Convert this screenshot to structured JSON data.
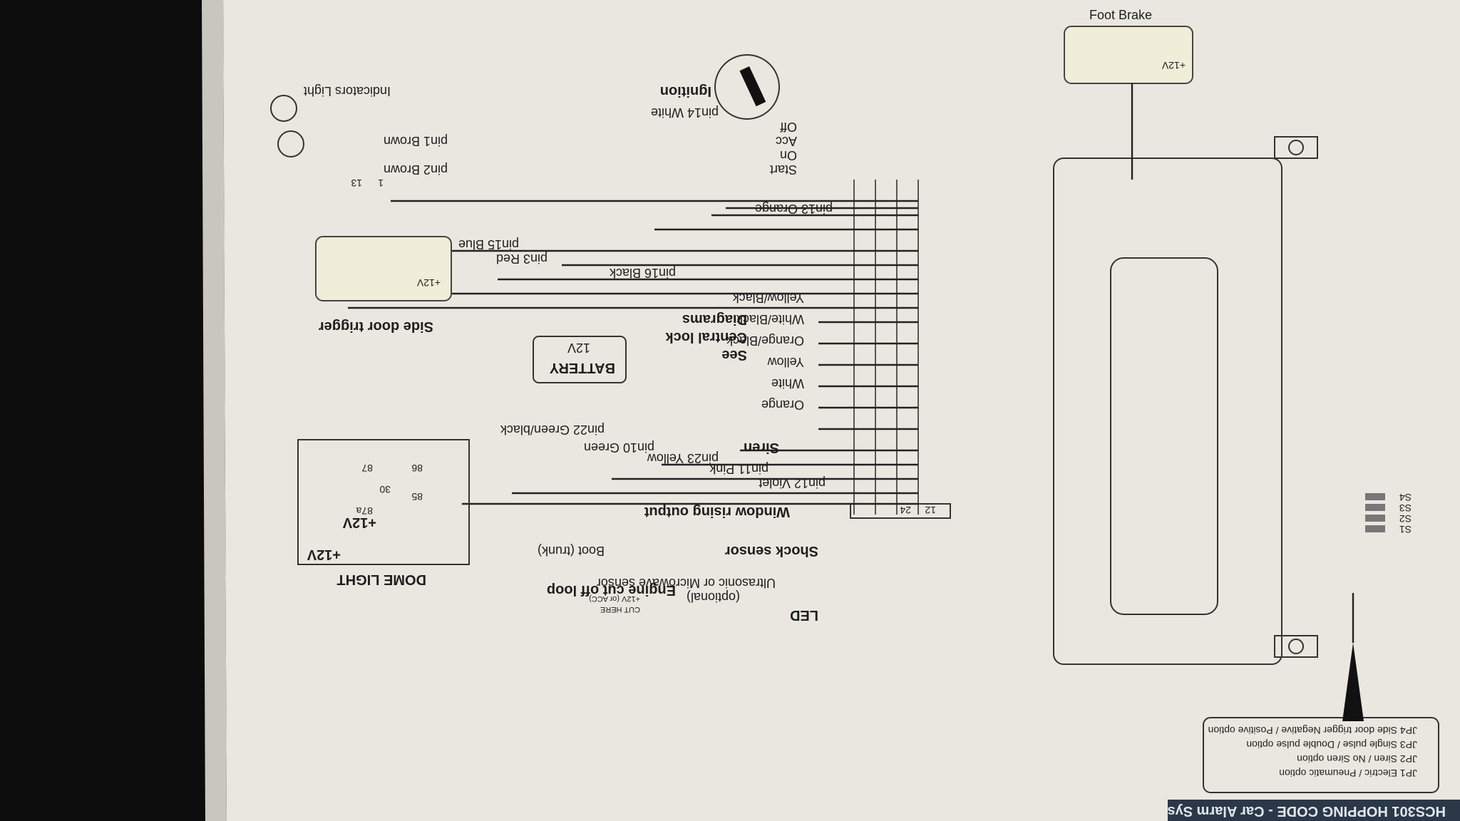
{
  "header": {
    "title": "HCS301 HOPPING CODE - Car Alarm Sys"
  },
  "jumpers": {
    "jp1": "JP1 Electric / Pneumatic option",
    "jp2": "JP2 Siren / No Siren option",
    "jp3": "JP3 Single pulse / Double pulse option",
    "jp4": "JP4 Side door trigger Negative / Positive option"
  },
  "switches": [
    "S1",
    "S2",
    "S3",
    "S4"
  ],
  "connector": {
    "pin_1": "1",
    "pin_13": "13",
    "pin_12": "12",
    "pin_24": "24"
  },
  "components": {
    "foot_brake": "Foot Brake",
    "foot_brake_v": "+12V",
    "ignition": "Ignition",
    "ign_off": "Off",
    "ign_acc": "Acc",
    "ign_on": "On",
    "ign_start": "Start",
    "indicators": "Indicators Light",
    "side_door": "Side door trigger",
    "side_door_v": "+12V",
    "battery": "BATTERY",
    "battery_v": "12V",
    "central_lock_1": "See",
    "central_lock_2": "Central lock",
    "central_lock_3": "Diagrams",
    "dome_light": "DOME LIGHT",
    "dome_v1": "+12V",
    "dome_v2": "+12V",
    "relay_85": "85",
    "relay_86": "86",
    "relay_30": "30",
    "relay_87": "87",
    "relay_87a": "87a",
    "siren": "Siren",
    "window": "Window rising output",
    "shock": "Shock sensor",
    "boot": "Boot (trunk)",
    "engine_cut": "Engine cut off loop",
    "cut_here": "CUT HERE",
    "cut_v": "+12V (or ACC)",
    "ultrasonic_1": "Ultrasonic or Microwave sensor",
    "ultrasonic_2": "(optional)",
    "led": "LED"
  },
  "wires": {
    "pin13": "pin13  Orange",
    "pin14": "pin14  White",
    "pin1": "pin1  Brown",
    "pin2": "pin2  Brown",
    "pin15": "pin15  Blue",
    "pin3": "pin3  Red",
    "pin16": "pin16  Black",
    "yellow_black": "Yellow/Black",
    "white_black": "White/Black",
    "orange_black": "Orange/Black",
    "yellow": "Yellow",
    "white": "White",
    "orange": "Orange",
    "pin22": "pin22  Green/black",
    "pin10": "pin10  Green",
    "pin23": "pin23  Yellow",
    "pin11": "pin11  Pink",
    "pin12": "pin12  Violet"
  }
}
